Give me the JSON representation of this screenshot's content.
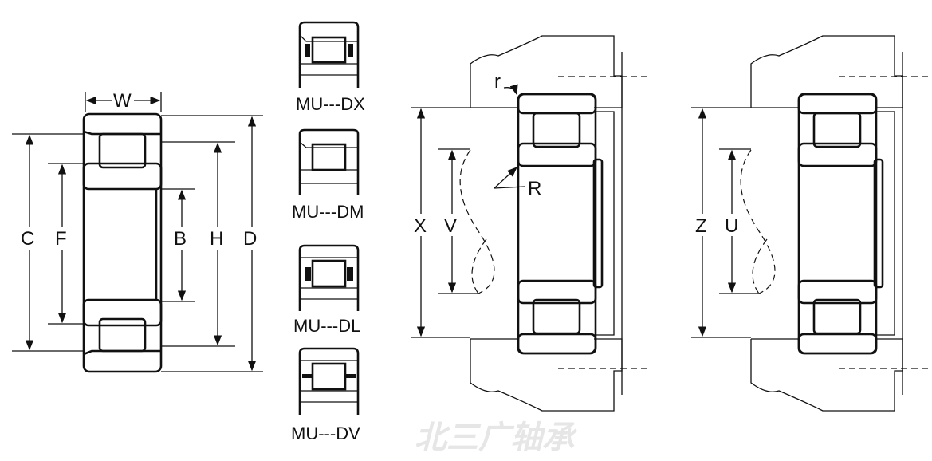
{
  "watermark": "北三广轴承",
  "main_bearing": {
    "labels": {
      "W": "W",
      "C": "C",
      "F": "F",
      "B": "B",
      "H": "H",
      "D": "D"
    }
  },
  "variants": [
    {
      "label": "MU---DX"
    },
    {
      "label": "MU---DM"
    },
    {
      "label": "MU---DL"
    },
    {
      "label": "MU---DV"
    }
  ],
  "mounting_left": {
    "labels": {
      "X": "X",
      "V": "V",
      "r": "r",
      "R": "R"
    }
  },
  "mounting_right": {
    "labels": {
      "Z": "Z",
      "U": "U"
    }
  }
}
